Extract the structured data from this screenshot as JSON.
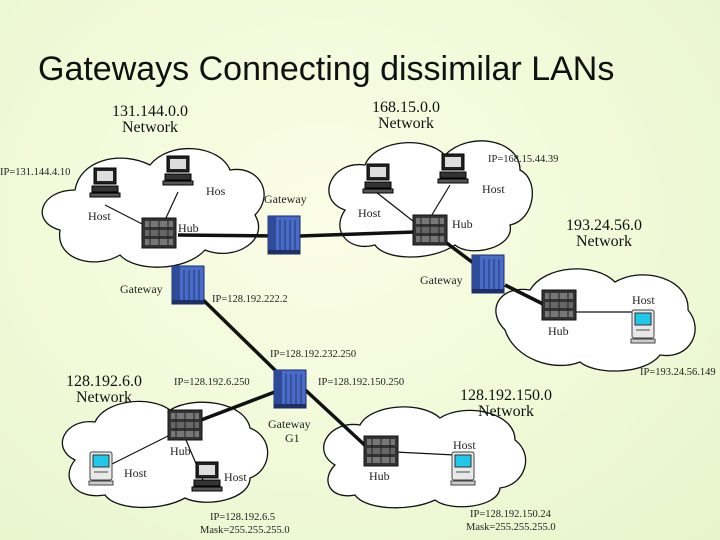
{
  "title": "Gateways Connecting dissimilar LANs",
  "networks": {
    "n131": {
      "address": "131.144.0.0",
      "word": "Network"
    },
    "n168": {
      "address": "168.15.0.0",
      "word": "Network"
    },
    "n193": {
      "address": "193.24.56.0",
      "word": "Network"
    },
    "n128_6": {
      "address": "128.192.6.0",
      "word": "Network"
    },
    "n128_150": {
      "address": "128.192.150.0",
      "word": "Network"
    }
  },
  "labels": {
    "host_131_left": "Host",
    "host_131_right": "Hos",
    "hub_131": "Hub",
    "gateway_top": "Gateway",
    "host_168_left": "Host",
    "host_168_right": "Host",
    "hub_168": "Hub",
    "gateway_mid_left": "Gateway",
    "gateway_mid_right": "Gateway",
    "host_193": "Host",
    "hub_193": "Hub",
    "hub_6": "Hub",
    "host_6_left": "Host",
    "host_6_right": "Host",
    "gateway_g1": "Gateway",
    "g1_name": "G1",
    "host_150": "Host",
    "hub_150": "Hub"
  },
  "ips": {
    "ip_131": "IP=131.144.4.10",
    "ip_168": "IP=168.15.44.39",
    "ip_gw_left": "IP=128.192.222.2",
    "ip_g1_top": "IP=128.192.232.250",
    "ip_193": "IP=193.24.56.149",
    "ip_g1_left": "IP=128.192.6.250",
    "ip_g1_right": "IP=128.192.150.250",
    "ip_6_host": "IP=128.192.6.5",
    "mask_6": "Mask=255.255.255.0",
    "ip_150_host": "IP=128.192.150.24",
    "mask_150": "Mask=255.255.255.0"
  },
  "colors": {
    "cloud_fill": "#ffffff",
    "cloud_stroke": "#111111",
    "link": "#111111",
    "gateway_blue": "#3f5fb8",
    "monitor_screen": "#1fc8e8"
  }
}
